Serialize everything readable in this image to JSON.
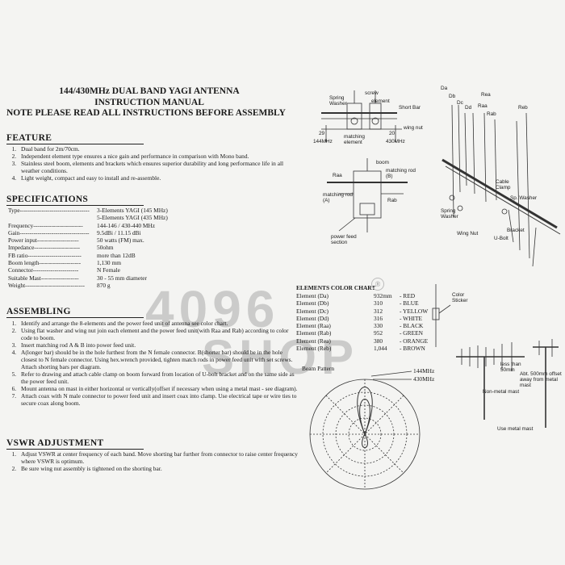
{
  "header": {
    "title": "144/430MHz DUAL BAND YAGI ANTENNA",
    "subtitle": "INSTRUCTION MANUAL",
    "note": "NOTE PLEASE READ ALL INSTRUCTIONS BEFORE ASSEMBLY"
  },
  "feature": {
    "heading": "FEATURE",
    "items": [
      "Dual band for 2m/70cm.",
      "Independent element type ensures a nice gain and performance in comparison with Mono band.",
      "Stainless steel boom, elements and brackets which ensures superior durability and long performance life in all weather conditions.",
      "Light weight, compact and easy to install and re-assemble."
    ]
  },
  "specs": {
    "heading": "SPECIFICATIONS",
    "rows": [
      {
        "k": "Type-----------------------------------",
        "v": "3-Elements YAGI (145 MHz)"
      },
      {
        "k": "",
        "v": "5-Elements YAGI (435 MHz)"
      },
      {
        "k": "Frequency-------------------------",
        "v": "144-146 / 430-440 MHz"
      },
      {
        "k": "Gain-----------------------------------",
        "v": "9.5dBi    / 11.15 dBi"
      },
      {
        "k": "Power input---------------------",
        "v": "50 watts (FM) max."
      },
      {
        "k": "Impedance-----------------------",
        "v": "50ohm"
      },
      {
        "k": "FB ratio---------------------------",
        "v": "more than 12dB"
      },
      {
        "k": "Boom length---------------------",
        "v": "1,130 mm"
      },
      {
        "k": "Connector-----------------------",
        "v": "N Female"
      },
      {
        "k": "Suitable Mast-------------------",
        "v": "30 - 55 mm diameter"
      },
      {
        "k": "Weight------------------------------",
        "v": "870 g"
      }
    ]
  },
  "assembling": {
    "heading": "ASSEMBLING",
    "items": [
      "Identify and arrange the 8-elements and the power feed unit of antenna see color chart.",
      "Using flat washer and wing nut join each element and the power feed unit(with Raa and Rab) according to color code to boom.",
      "Insert matching rod A & B into power feed unit.",
      "A(longer bar) should be in the hole furthest from the N female connector. B(shorter bar) should be in the hole closest to N female connector. Using hex.wrench provided, tighten match rods in power feed unit with set screws. Attach shorting bars per diagram.",
      "Refer to drawing and attach cable clamp on boom forward from location of U-bolt bracket and on the same side as the power feed unit.",
      "Mount antenna on mast in either horizontal or vertically(offset if necessary when using a metal mast - see diagram).",
      "Attach coax with N male connector to power feed unit and insert coax into clamp. Use electrical tape or wire ties to secure coax along boom."
    ]
  },
  "vswr": {
    "heading": "VSWR ADJUSTMENT",
    "items": [
      "Adjust VSWR at center frequency of each band. Move shorting bar further from connector to raise center frequency where VSWR is optimum.",
      "Be sure wing nut assembly is tightened on the shorting bar."
    ]
  },
  "element_chart": {
    "heading": "ELEMENTS COLOR CHART",
    "rows": [
      {
        "name": "Element  (Da)",
        "len": "932mm",
        "color": "- RED"
      },
      {
        "name": "Element  (Db)",
        "len": "310",
        "color": "- BLUE"
      },
      {
        "name": "Element  (Dc)",
        "len": "312",
        "color": "- YELLOW"
      },
      {
        "name": "Element  (Dd)",
        "len": "316",
        "color": "- WHITE"
      },
      {
        "name": "Element  (Raa)",
        "len": "330",
        "color": "- BLACK"
      },
      {
        "name": "Element  (Rab)",
        "len": "952",
        "color": "- GREEN"
      },
      {
        "name": "Element  (Rea)",
        "len": "380",
        "color": "- ORANGE"
      },
      {
        "name": "Element  (Reb)",
        "len": "1,044",
        "color": "- BROWN"
      }
    ]
  },
  "beam": {
    "label": "Beam Pattern",
    "l144": "144MHz",
    "l430": "430MHz"
  },
  "diagram_labels": {
    "screw": "screw",
    "element": "element",
    "short_bar": "Short Bar",
    "spring_washer_top": "Spring Washer",
    "wing_nut_top": "wing nut",
    "l29": "29",
    "l144mhz": "144MHz",
    "matching_element": "matching element",
    "l20": "20",
    "l430mhz": "430MHz",
    "boom": "boom",
    "matching_rod_b": "matching rod (B)",
    "raa": "Raa",
    "rab": "Rab",
    "matching_rod_a": "matching rod (A)",
    "power_feed_section": "power feed section",
    "da": "Da",
    "db": "Db",
    "dc": "Dc",
    "dd": "Dd",
    "raa2": "Raa",
    "rab2": "Rab",
    "rea": "Rea",
    "reb": "Reb",
    "cable_clamp": "Cable Clamp",
    "sp_washer": "Sp. Washer",
    "spring_washer": "Spring Washer",
    "wing_nut": "Wing Nut",
    "bracket": "Bracket",
    "ubolt": "U-Bolt",
    "color_sticker": "Color Sticker",
    "less_than": "less than 50mm",
    "non_metal_mast": "Non-metal mast",
    "offset_note": "Abt. 500mm offset away from metal mast",
    "use_metal_mast": "Use metal mast"
  },
  "watermark": {
    "line1": "4096",
    "line2": "SHOP"
  }
}
